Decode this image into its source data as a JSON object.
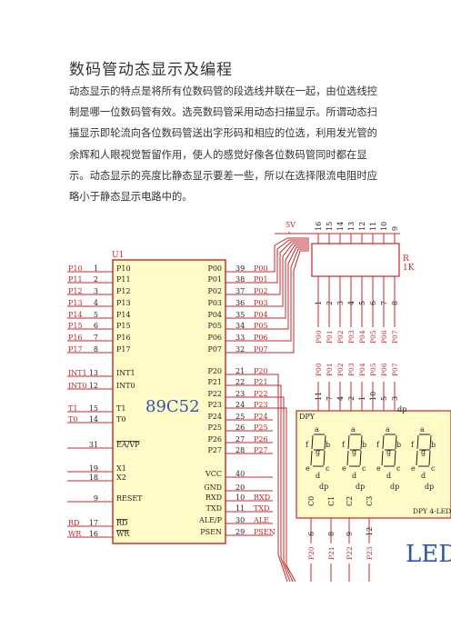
{
  "title": "数码管动态显示及编程",
  "paragraph": [
    "动态显示的特点是将所有位数码管的段选线并联在一起，由位选线控",
    "制是哪一位数码管有效。选亮数码管采用动态扫描显示。所谓动态扫",
    "描显示即轮流向各位数码管送出字形码和相应的位选，利用发光管的",
    "余辉和人眼视觉暂留作用，使人的感觉好像各位数码管同时都在显",
    "示。动态显示的亮度比静态显示要差一些，所以在选择限流电阻时应",
    "略小于静态显示电路中的。"
  ],
  "chip": {
    "ref": "U1",
    "name": "89C52",
    "left_nets": [
      "P10",
      "P11",
      "P12",
      "P13",
      "P14",
      "P15",
      "P16",
      "P17",
      "INT1",
      "INT0",
      "T1",
      "T0",
      "RD",
      "WR"
    ],
    "left_pins": [
      "1",
      "2",
      "3",
      "4",
      "5",
      "6",
      "7",
      "8",
      "13",
      "12",
      "15",
      "14",
      "31",
      "19",
      "18",
      "9",
      "17",
      "16"
    ],
    "left_labels": [
      "P10",
      "P11",
      "P12",
      "P13",
      "P14",
      "P15",
      "P16",
      "P17",
      "INT1",
      "INT0",
      "T1",
      "T0",
      "EA/VP",
      "X1",
      "X2",
      "RESET",
      "RD",
      "WR"
    ],
    "right_labels": [
      "P00",
      "P01",
      "P02",
      "P03",
      "P04",
      "P05",
      "P06",
      "P07",
      "P20",
      "P21",
      "P22",
      "P23",
      "P24",
      "P25",
      "P26",
      "P27",
      "VCC",
      "GND",
      "RXD",
      "TXD",
      "ALE/P",
      "PSEN"
    ],
    "right_pins": [
      "39",
      "38",
      "37",
      "36",
      "35",
      "34",
      "33",
      "32",
      "21",
      "22",
      "23",
      "24",
      "25",
      "26",
      "27",
      "28",
      "40",
      "20",
      "10",
      "11",
      "30",
      "29"
    ],
    "right_nets": [
      "P00",
      "P01",
      "P02",
      "P03",
      "P04",
      "P05",
      "P06",
      "P07",
      "P20",
      "P21",
      "P22",
      "P23",
      "P24",
      "P25",
      "P26",
      "P27",
      "RXD",
      "TXD",
      "ALE",
      "PSEN"
    ]
  },
  "resistor": {
    "supply": "5V",
    "ref": "R",
    "value": "1K",
    "top_pins": [
      "16",
      "15",
      "14",
      "13",
      "12",
      "11",
      "10",
      "9"
    ],
    "bottom_pins": [
      "1",
      "2",
      "3",
      "4",
      "5",
      "6",
      "7",
      "8"
    ],
    "nets": [
      "P00",
      "P01",
      "P02",
      "P03",
      "P04",
      "P05",
      "P06",
      "P07"
    ]
  },
  "display": {
    "ref": "DPY",
    "label": "DPY 4-LED",
    "segment_pins": [
      "11",
      "7",
      "4",
      "2",
      "1",
      "10",
      "5",
      "3"
    ],
    "dp_label": "dp",
    "segments": [
      "a",
      "b",
      "c",
      "d",
      "e",
      "f",
      "g",
      "dp"
    ],
    "commons": [
      "C0",
      "C1",
      "C2",
      "C3"
    ],
    "common_pins": [
      "6",
      "8",
      "9",
      "12"
    ],
    "common_nets": [
      "P20",
      "P21",
      "P22",
      "P23"
    ],
    "big_text": "LED"
  }
}
